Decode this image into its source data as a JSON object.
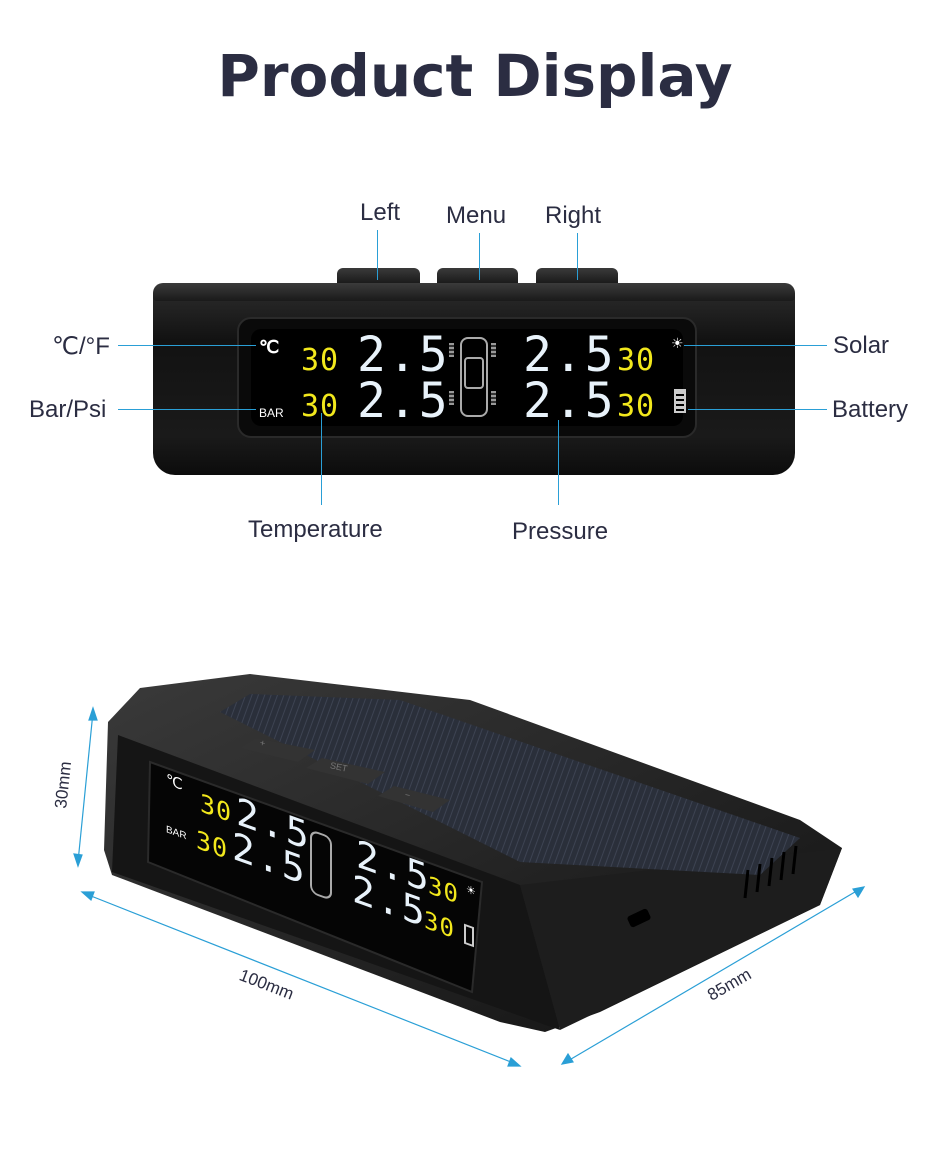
{
  "title": "Product Display",
  "callouts": {
    "left": "Left",
    "menu": "Menu",
    "right": "Right",
    "unit_temp": "℃/°F",
    "unit_pressure": "Bar/Psi",
    "solar": "Solar",
    "battery": "Battery",
    "temperature": "Temperature",
    "pressure": "Pressure"
  },
  "display": {
    "temp_unit": "℃",
    "pressure_unit": "BAR",
    "front_left": {
      "temp": "30",
      "pressure": "2.5"
    },
    "rear_left": {
      "temp": "30",
      "pressure": "2.5"
    },
    "front_right": {
      "temp": "30",
      "pressure": "2.5"
    },
    "rear_right": {
      "temp": "30",
      "pressure": "2.5"
    },
    "battery_level": 1.0
  },
  "device_buttons": {
    "plus": "+",
    "set": "SET",
    "minus": "−"
  },
  "dimensions": {
    "height": "30mm",
    "width": "100mm",
    "depth": "85mm"
  },
  "colors": {
    "title": "#2b2d42",
    "callout_line": "#2a9fd6",
    "temp_digits": "#f2e81c",
    "pressure_digits": "#e8f2fa"
  }
}
